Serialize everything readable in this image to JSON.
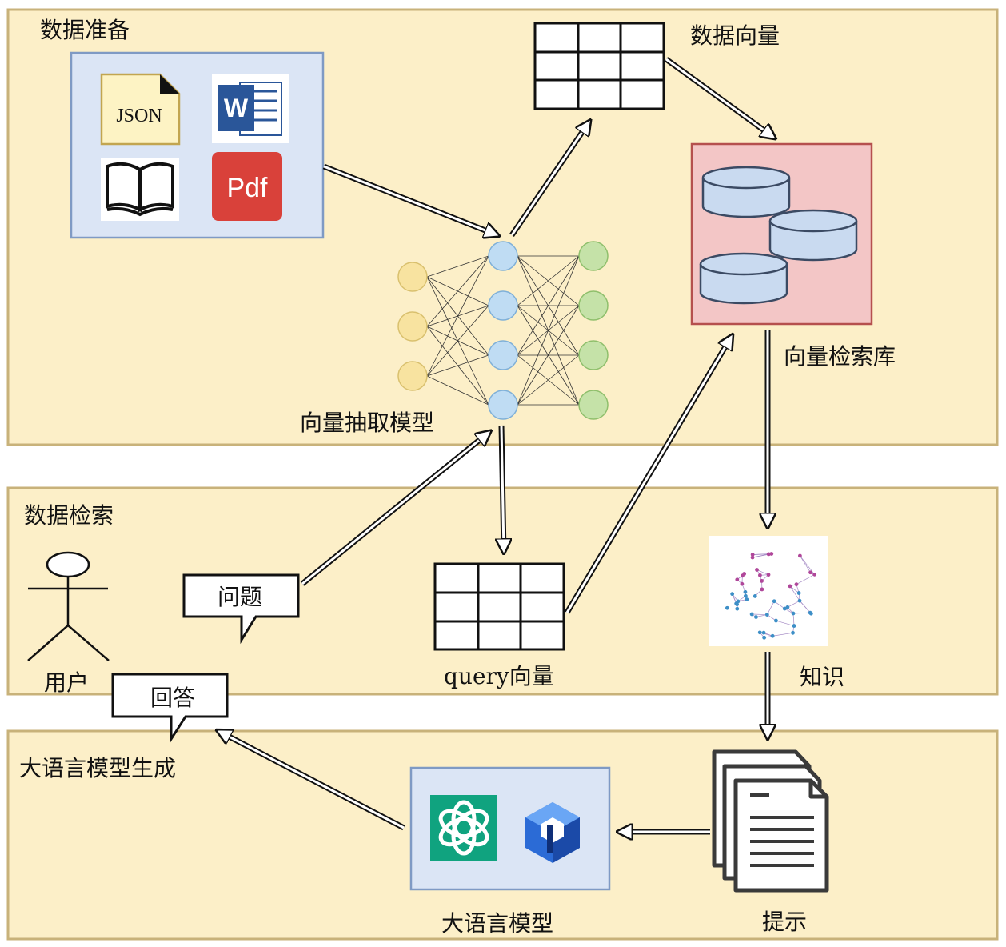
{
  "sections": {
    "prep": "数据准备",
    "retrieval": "数据检索",
    "generation": "大语言模型生成"
  },
  "labels": {
    "data_vector": "数据向量",
    "vector_db": "向量检索库",
    "extract_model": "向量抽取模型",
    "query_vector": "query向量",
    "knowledge": "知识",
    "user": "用户",
    "prompt": "提示",
    "llm": "大语言模型"
  },
  "bubbles": {
    "question": "问题",
    "answer": "回答"
  },
  "doc_icons": {
    "json": "JSON",
    "word": "W",
    "pdf": "Pdf"
  },
  "colors": {
    "panel_fill": "#fcefc8",
    "panel_border": "#c8b27a",
    "docs_fill": "#dbe5f5",
    "docs_border": "#7f9ac4",
    "db_fill": "#f3c6c6",
    "db_border": "#b5504e",
    "node_yellow": "#f8e3a0",
    "node_blue": "#bfdcf3",
    "node_green": "#c5e2a8",
    "word_blue": "#2a5699",
    "pdf_red": "#d9413a",
    "openai_green": "#10a37f"
  },
  "icons": [
    "json-file-icon",
    "word-doc-icon",
    "book-icon",
    "pdf-icon",
    "database-icon",
    "neural-network-icon",
    "knowledge-graph-icon",
    "prompt-documents-icon",
    "openai-logo-icon",
    "llm-cube-logo-icon",
    "user-stick-figure-icon"
  ]
}
